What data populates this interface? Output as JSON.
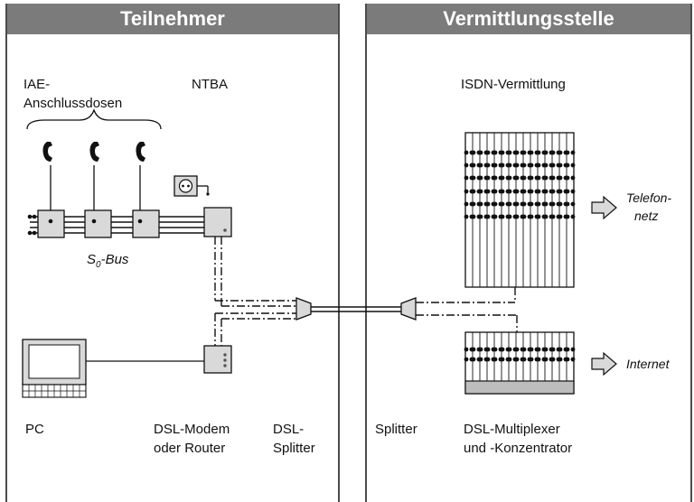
{
  "headers": {
    "left": "Teilnehmer",
    "right": "Vermittlungsstelle"
  },
  "labels": {
    "iae_line1": "IAE-",
    "iae_line2": "Anschlussdosen",
    "ntba": "NTBA",
    "s0_bus_main": "S",
    "s0_bus_sub": "0",
    "s0_bus_tail": "-Bus",
    "pc": "PC",
    "modem_line1": "DSL-Modem",
    "modem_line2": "oder Router",
    "dsl_splitter_line1": "DSL-",
    "dsl_splitter_line2": "Splitter",
    "splitter": "Splitter",
    "isdn": "ISDN-Vermittlung",
    "telefonnetz_line1": "Telefon-",
    "telefonnetz_line2": "netz",
    "internet": "Internet",
    "multiplexer_line1": "DSL-Multiplexer",
    "multiplexer_line2": "und -Konzentrator"
  },
  "colors": {
    "header_bg": "#7b7b7b",
    "box_fill": "#d9d9d9",
    "line": "#111111"
  }
}
